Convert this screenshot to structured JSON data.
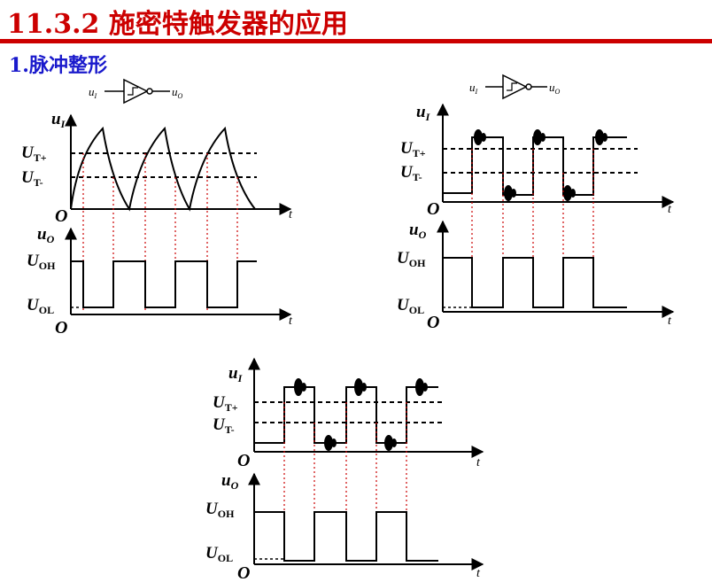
{
  "header": {
    "title": "11.3.2 施密特触发器的应用",
    "subtitle": "1.脉冲整形"
  },
  "colors": {
    "title": "#cc0000",
    "subtitle": "#1a1acc",
    "guide": "#cc0000",
    "stroke": "#000000"
  },
  "symbol": {
    "input": "u",
    "input_sub": "I",
    "output": "u",
    "output_sub": "O"
  },
  "labels": {
    "ui": "u",
    "ui_sub": "I",
    "uo": "u",
    "uo_sub": "O",
    "utp": "U",
    "utp_sub": "T+",
    "utm": "U",
    "utm_sub": "T-",
    "uoh": "U",
    "uoh_sub": "OH",
    "uol": "U",
    "uol_sub": "OL",
    "origin": "O",
    "t": "t"
  }
}
